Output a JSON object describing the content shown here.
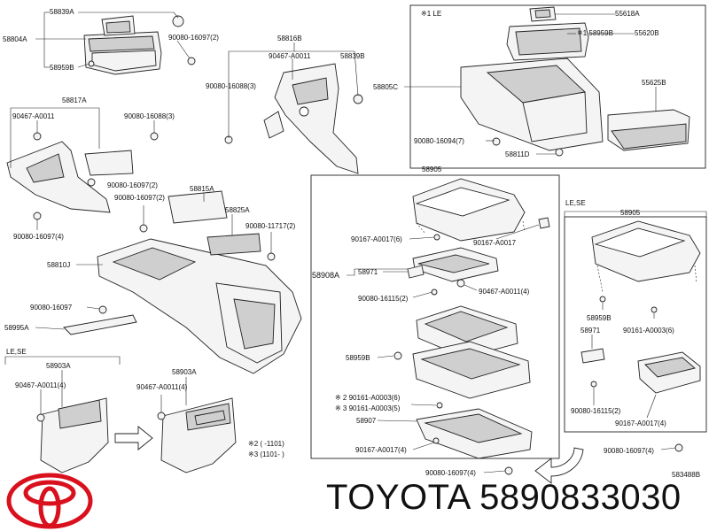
{
  "labels": {
    "p58839A": "58839A",
    "p58804A": "58804A",
    "p58959B_a": "58959B",
    "p90080_16097_2_a": "90080-16097(2)",
    "p58816B": "58816B",
    "p90467_A0011_a": "90467-A0011",
    "p58839B": "58839B",
    "p90080_16088_3_a": "90080-16088(3)",
    "p58805C": "58805C",
    "p58817A": "58817A",
    "p90467_A0011_b": "90467-A0011",
    "p90080_16088_3_b": "90080-16088(3)",
    "p90080_16097_2_b": "90080-16097(2)",
    "p90080_16097_2_c": "90080-16097(2)",
    "p90080_16097_4_a": "90080-16097(4)",
    "p58815A": "58815A",
    "p58825A": "58825A",
    "p90080_11717_2": "90080-11717(2)",
    "p58810J": "58810J",
    "p90080_16097": "90080-16097",
    "p58995A": "58995A",
    "p58903A_a": "58903A",
    "p90467_A0011_4_a": "90467-A0011(4)",
    "p58903A_b": "58903A",
    "p90467_A0011_4_b": "90467-A0011(4)",
    "note_le_1": "※1 LE",
    "p55618A": "55618A",
    "note_1_58959B": "※1 58959B",
    "p55620B": "55620B",
    "p55625B": "55625B",
    "p90080_16094_7": "90080-16094(7)",
    "p58811D": "58811D",
    "p58905_a": "58905",
    "p90167_A0017_6": "90167-A0017(6)",
    "p90167_A0017_a": "90167-A0017",
    "p58908A": "58908A",
    "p58971_a": "58971",
    "p90467_A0011_4_c": "90467-A0011(4)",
    "p90080_16115_2_a": "90080-16115(2)",
    "p58959B_b": "58959B",
    "p90161_A0003_6": "※ 2 90161-A0003(6)",
    "p90161_A0003_5": "※ 3 90161-A0003(5)",
    "p58907": "58907",
    "p90167_A0017_4_a": "90167-A0017(4)",
    "p90080_16097_4_b": "90080-16097(4)",
    "le_se_a": "LE,SE",
    "le_se_b": "LE,SE",
    "p58905_b": "58905",
    "p58959B_c": "58959B",
    "p90161_A0003_6_b": "90161-A0003(6)",
    "p58971_b": "58971",
    "p90080_16115_2_b": "90080-16115(2)",
    "p90167_A0017_4_b": "90167-A0017(4)",
    "p90080_16097_4_c": "90080-16097(4)",
    "note_2": "※2 (   -1101)",
    "note_3": "※3 (1101-   )",
    "diagram_code": "583488B"
  },
  "brand": {
    "logo_icon": "toyota-logo-icon",
    "logo_color": "#d9101e",
    "text": "TOYOTA 5890833030"
  }
}
